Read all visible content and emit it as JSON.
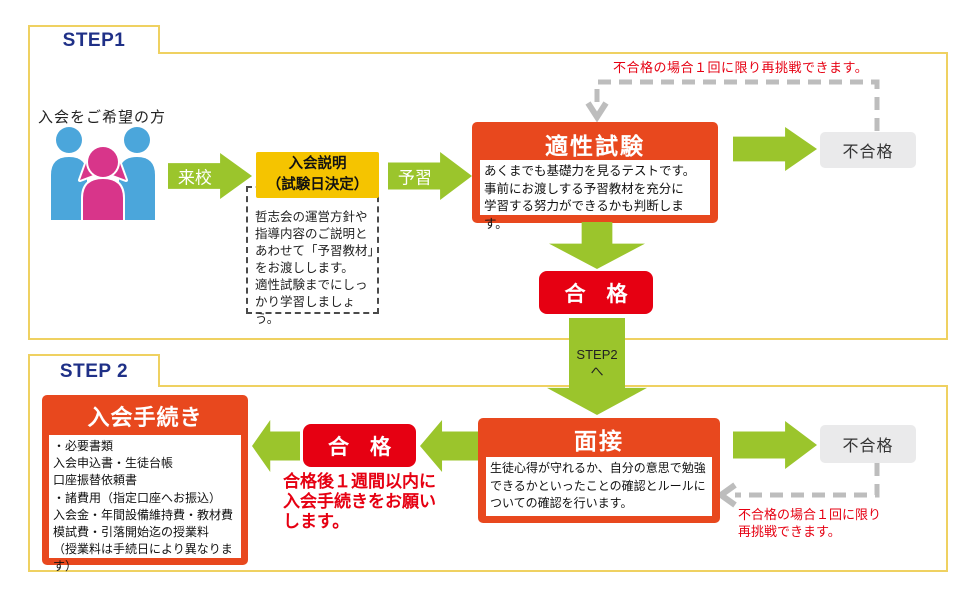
{
  "step1": {
    "label": "STEP1",
    "applicant_label": "入会をご希望の方",
    "visit_arrow_label": "来校",
    "orientation_box": {
      "line1": "入会説明",
      "line2": "（試験日決定）"
    },
    "orientation_note_lines": [
      "哲志会の運営方針や",
      "指導内容のご説明と",
      "あわせて「予習教材」",
      "をお渡しします。",
      "適性試験までにしっ",
      "かり学習しましょう。"
    ],
    "prep_arrow_label": "予習",
    "aptitude_test": {
      "title": "適性試験",
      "desc_lines": [
        "あくまでも基礎力を見るテストです。",
        "事前にお渡しする予習教材を充分に",
        "学習する努力ができるかも判断します。"
      ]
    },
    "fail_label": "不合格",
    "retry_note": "不合格の場合１回に限り再挑戦できます。",
    "pass_label": "合　格",
    "to_step2_lines": [
      "STEP2",
      "へ"
    ]
  },
  "step2": {
    "label": "STEP 2",
    "procedure": {
      "title": "入会手続き",
      "items": [
        "・必要書類",
        "入会申込書・生徒台帳",
        "口座振替依頼書",
        "・諸費用（指定口座へお振込）",
        "入会金・年間設備維持費・教材費",
        "模試費・引落開始迄の授業料",
        "（授業料は手続日により異なります）"
      ]
    },
    "pass_label": "合　格",
    "pass_note_lines": [
      "合格後１週間以内に",
      "入会手続きをお願い",
      "します。"
    ],
    "interview": {
      "title": "面接",
      "desc_lines": [
        "生徒心得が守れるか、自分の意思で勉強",
        "できるかといったことの確認とルールに",
        "ついての確認を行います。"
      ]
    },
    "fail_label": "不合格",
    "retry_note_lines": [
      "不合格の場合１回に限り",
      "再挑戦できます。"
    ]
  },
  "colors": {
    "panel_border_gold": "#EFD161",
    "step_label_navy": "#1F3087",
    "arrow_green": "#9BC52C",
    "box_vermillion": "#E8481E",
    "pass_red": "#E60012",
    "orientation_yellow": "#F5C400",
    "fail_gray": "#EAEAEB",
    "retry_dash_gray": "#BDBDBD",
    "person_blue": "#4BA6DB",
    "person_pink": "#D8358A"
  }
}
